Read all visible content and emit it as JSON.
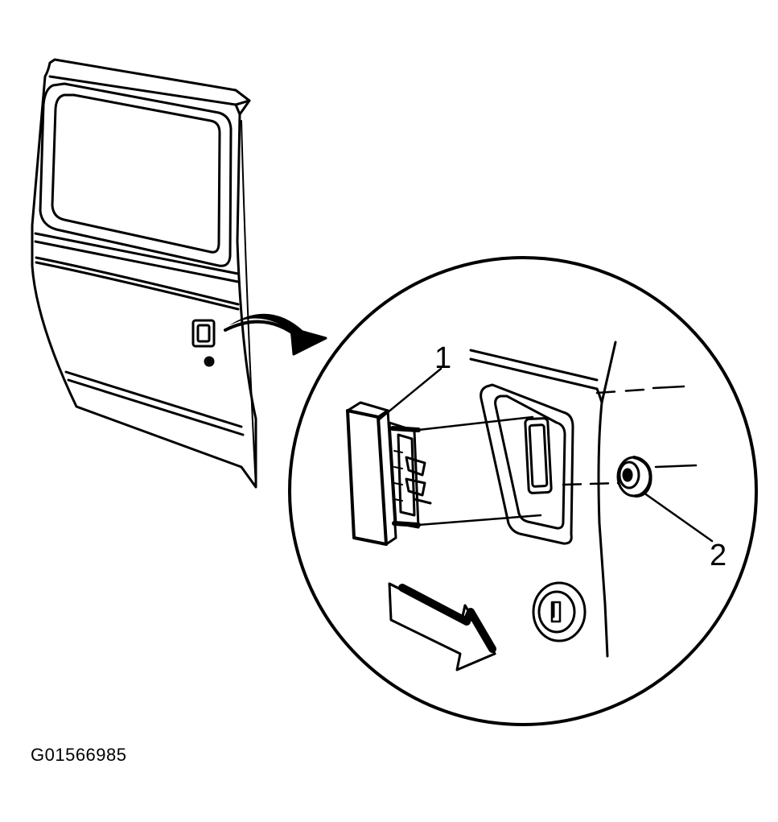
{
  "callouts": [
    {
      "id": "1",
      "text": "1"
    },
    {
      "id": "2",
      "text": "2"
    }
  ],
  "figure_id": "G01566985",
  "colors": {
    "line": "#000000",
    "background": "#ffffff"
  },
  "icons": [
    "door-handle-icon",
    "lock-cylinder-icon",
    "direction-arrow-icon",
    "grommet-icon"
  ]
}
